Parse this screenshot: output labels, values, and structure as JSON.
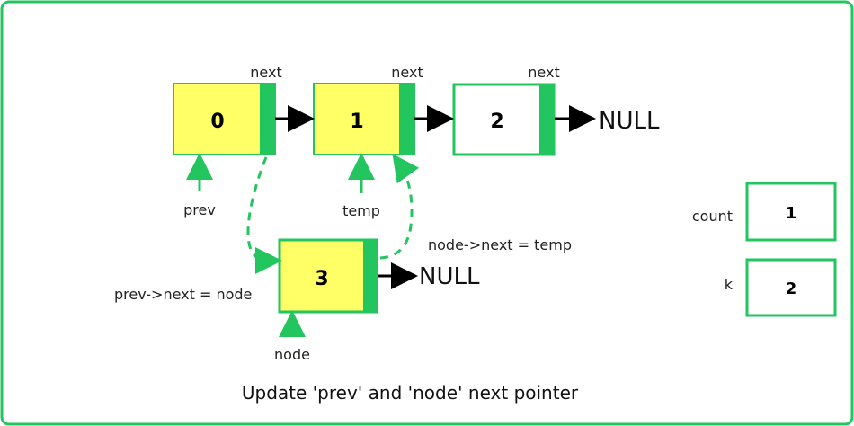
{
  "nodes": [
    {
      "value": "0",
      "next_label": "next"
    },
    {
      "value": "1",
      "next_label": "next"
    },
    {
      "value": "2",
      "next_label": "next"
    },
    {
      "value": "3"
    }
  ],
  "null_label": "NULL",
  "pointers": {
    "prev": "prev",
    "temp": "temp",
    "node": "node"
  },
  "annotations": {
    "prev_next": "prev->next = node",
    "node_next": "node->next = temp"
  },
  "variables": [
    {
      "name": "count",
      "value": "1"
    },
    {
      "name": "k",
      "value": "2"
    }
  ],
  "caption": "Update 'prev' and 'node' next pointer",
  "colors": {
    "green": "#22c55e",
    "yellow": "#ffff66"
  }
}
